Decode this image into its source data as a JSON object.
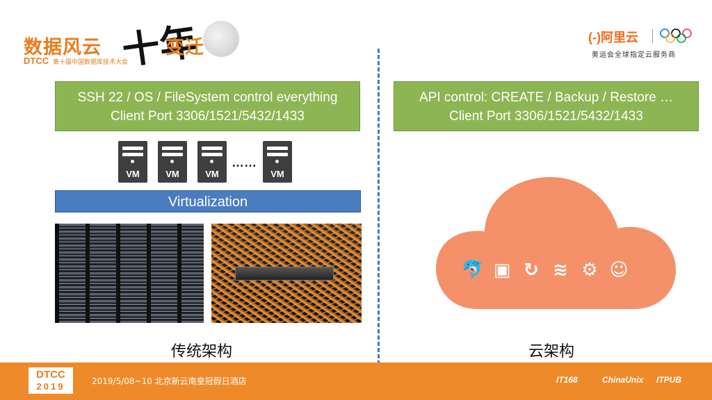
{
  "header": {
    "event_logo_left": "数据风云",
    "event_logo_big": "十年",
    "event_logo_right": "变迁",
    "event_abbr": "DTCC",
    "event_subtitle": "第十届中国数据库技术大会",
    "sponsor_logo": "(-)阿里云",
    "sponsor_subtitle": "奥运会全球指定云服务商"
  },
  "left": {
    "control_line1": "SSH 22 / OS / FileSystem control everything",
    "control_line2": "Client Port 3306/1521/5432/1433",
    "vms": [
      "VM",
      "VM",
      "VM",
      "VM"
    ],
    "ellipsis": "……",
    "virtualization_label": "Virtualization",
    "caption": "传统架构"
  },
  "right": {
    "control_line1": "API control: CREATE / Backup / Restore …",
    "control_line2": "Client Port 3306/1521/5432/1433",
    "caption": "云架构",
    "cloud_color": "#f4916a",
    "cloud_icons": [
      "mysql-dolphin-icon",
      "database-icon",
      "refresh-sync-icon",
      "layers-stack-icon",
      "gear-box-icon",
      "bear-icon"
    ]
  },
  "footer": {
    "badge_line1": "DTCC",
    "badge_line2": "2019",
    "date_location": "2019/5/08~10  北京新云南皇冠假日酒店",
    "partner1": "IT168",
    "partner2": "ChinaUnix",
    "partner3": "ITPUB",
    "bar_color": "#ef8a2a"
  }
}
